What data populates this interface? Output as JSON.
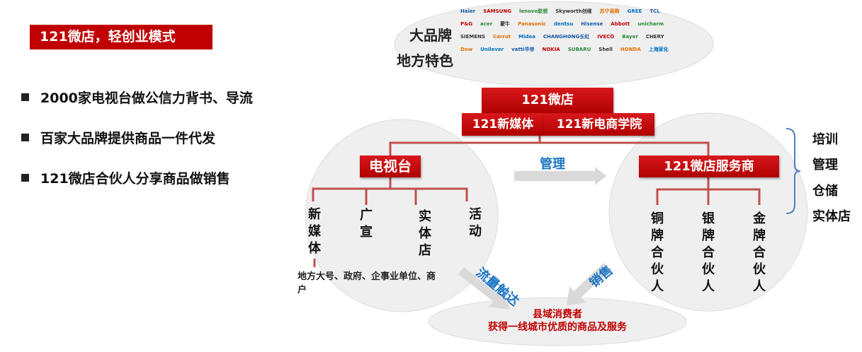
{
  "title": "121微店，轻创业模式",
  "bullets": [
    "2000家电视台做公信力背书、导流",
    "百家大品牌提供商品一件代发",
    "121微店合伙人分享商品做销售"
  ],
  "brands": {
    "label1": "大品牌",
    "label2": "地方特色",
    "logos": [
      "Haier",
      "SAMSUNG",
      "lenovo联想",
      "Skyworth创维",
      "苏宁易购",
      "GREE",
      "TCL",
      "P&G",
      "acer",
      "蒙牛",
      "Panasonic",
      "dentsu",
      "Hisense",
      "Abbott",
      "unicharm",
      "SIEMENS",
      "Carrot",
      "Midea",
      "CHANGHONG长虹",
      "IVECO",
      "Bayer",
      "CHERY",
      "Dow",
      "Unilever",
      "vatti华帝",
      "NOKIA",
      "SUBARU",
      "Shell",
      "HONDA",
      "上海家化"
    ]
  },
  "org": {
    "root": "121微店",
    "sub1": "121新媒体",
    "sub2": "121新电商学院",
    "left": "电视台",
    "right": "121微店服务商",
    "left_children": [
      "新媒体",
      "广宣",
      "实体店",
      "活动"
    ],
    "right_children": [
      "铜牌合伙人",
      "银牌合伙人",
      "金牌合伙人"
    ],
    "left_note": "地方大号、政府、企事业单位、商户",
    "manage": "管理",
    "flow": "流量触达",
    "sales": "销售",
    "services": [
      "培训",
      "管理",
      "仓储",
      "实体店"
    ],
    "consumer1": "县域消费者",
    "consumer2": "获得一线城市优质的商品及服务"
  },
  "colors": {
    "red": "#c00000",
    "blue": "#1c74c4",
    "gray": "#d9d9d9"
  }
}
